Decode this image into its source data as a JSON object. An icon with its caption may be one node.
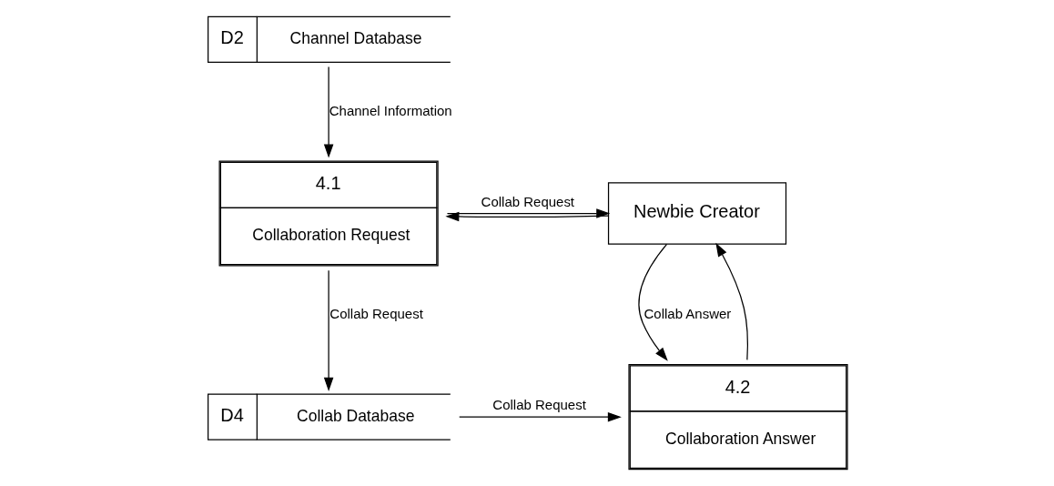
{
  "diagram": {
    "nodes": [
      {
        "text": [
          "D2",
          "Channel Database"
        ]
      },
      {
        "text": [
          "4.1",
          "Collaboration Request"
        ]
      },
      {
        "text": [
          "Newbie Creator"
        ]
      },
      {
        "text": [
          "D4",
          "Collab Database"
        ]
      },
      {
        "text": [
          "4.2",
          "Collaboration Answer"
        ]
      }
    ],
    "edges": [
      {
        "from": 0,
        "to": 1,
        "arrow": "to",
        "label": "Channel Information"
      },
      {
        "from": 2,
        "to": 1,
        "arrow": "to"
      },
      {
        "from": 1,
        "to": 2,
        "arrow": "to",
        "label": "Collab Request"
      },
      {
        "from": 1,
        "to": 3,
        "arrow": "to",
        "label": "Collab Request"
      },
      {
        "from": 2,
        "to": 4,
        "arrow": "to",
        "label": "Collab Answer"
      },
      {
        "from": 3,
        "to": 4,
        "arrow": "to",
        "label": "Collab Request"
      },
      {
        "from": 4,
        "to": 2,
        "arrow": "to"
      }
    ]
  }
}
